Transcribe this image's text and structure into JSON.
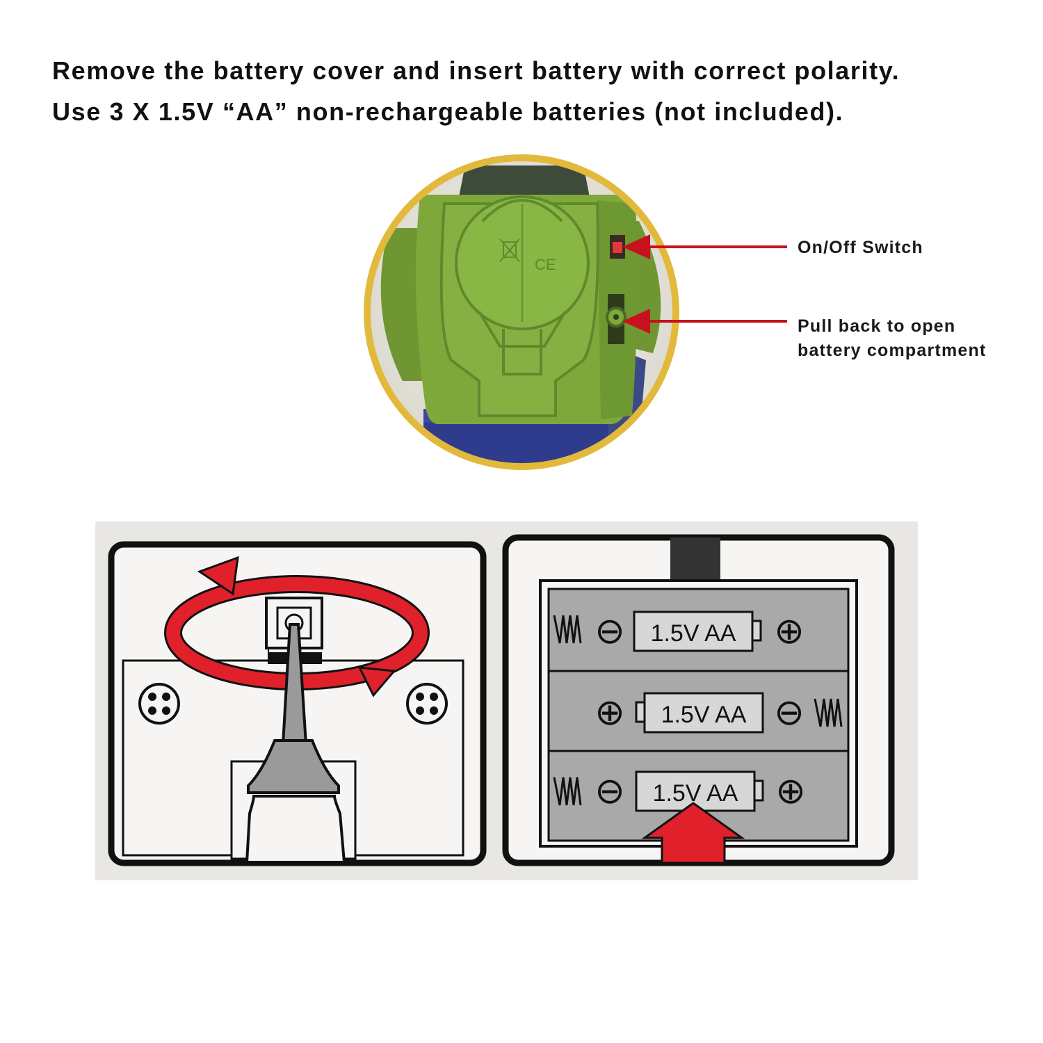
{
  "instructions": {
    "line1": "Remove the battery cover and insert battery with correct polarity.",
    "line2": "Use 3 X 1.5V “AA” non-rechargeable batteries (not included)."
  },
  "callouts": {
    "switch": {
      "label": "On/Off Switch"
    },
    "compartment": {
      "line1": "Pull back to open",
      "line2": "battery compartment"
    }
  },
  "photo": {
    "cover_marks": [
      "CE"
    ]
  },
  "diagram": {
    "batteries": [
      {
        "label": "1.5V AA",
        "left_terminal": "⊖",
        "right_terminal": "⊕"
      },
      {
        "label": "1.5V AA",
        "left_terminal": "⊕",
        "right_terminal": "⊖"
      },
      {
        "label": "1.5V AA",
        "left_terminal": "⊖",
        "right_terminal": "⊕"
      }
    ]
  },
  "colors": {
    "arrow_red": "#c8101e",
    "diagram_red": "#e0202a",
    "photo_ring": "#e2b93b",
    "toy_green": "#7fa83a",
    "battery_gray": "#aaaaaa",
    "text": "#111111"
  }
}
